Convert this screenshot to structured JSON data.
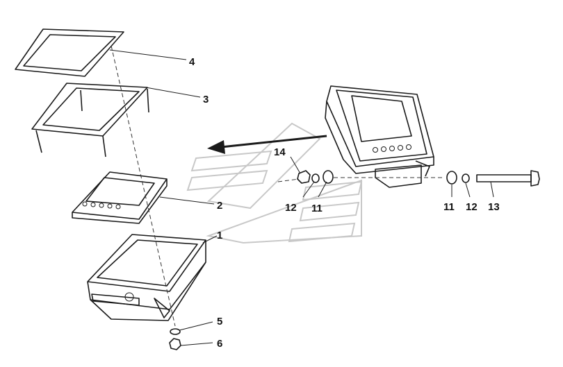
{
  "callouts": [
    {
      "id": "c4",
      "text": "4"
    },
    {
      "id": "c3",
      "text": "3"
    },
    {
      "id": "c2",
      "text": "2"
    },
    {
      "id": "c1",
      "text": "1"
    },
    {
      "id": "c5",
      "text": "5"
    },
    {
      "id": "c6",
      "text": "6"
    },
    {
      "id": "c14",
      "text": "14"
    },
    {
      "id": "c12a",
      "text": "12"
    },
    {
      "id": "c11a",
      "text": "11"
    },
    {
      "id": "c11b",
      "text": "11"
    },
    {
      "id": "c12b",
      "text": "12"
    },
    {
      "id": "c13",
      "text": "13"
    }
  ]
}
